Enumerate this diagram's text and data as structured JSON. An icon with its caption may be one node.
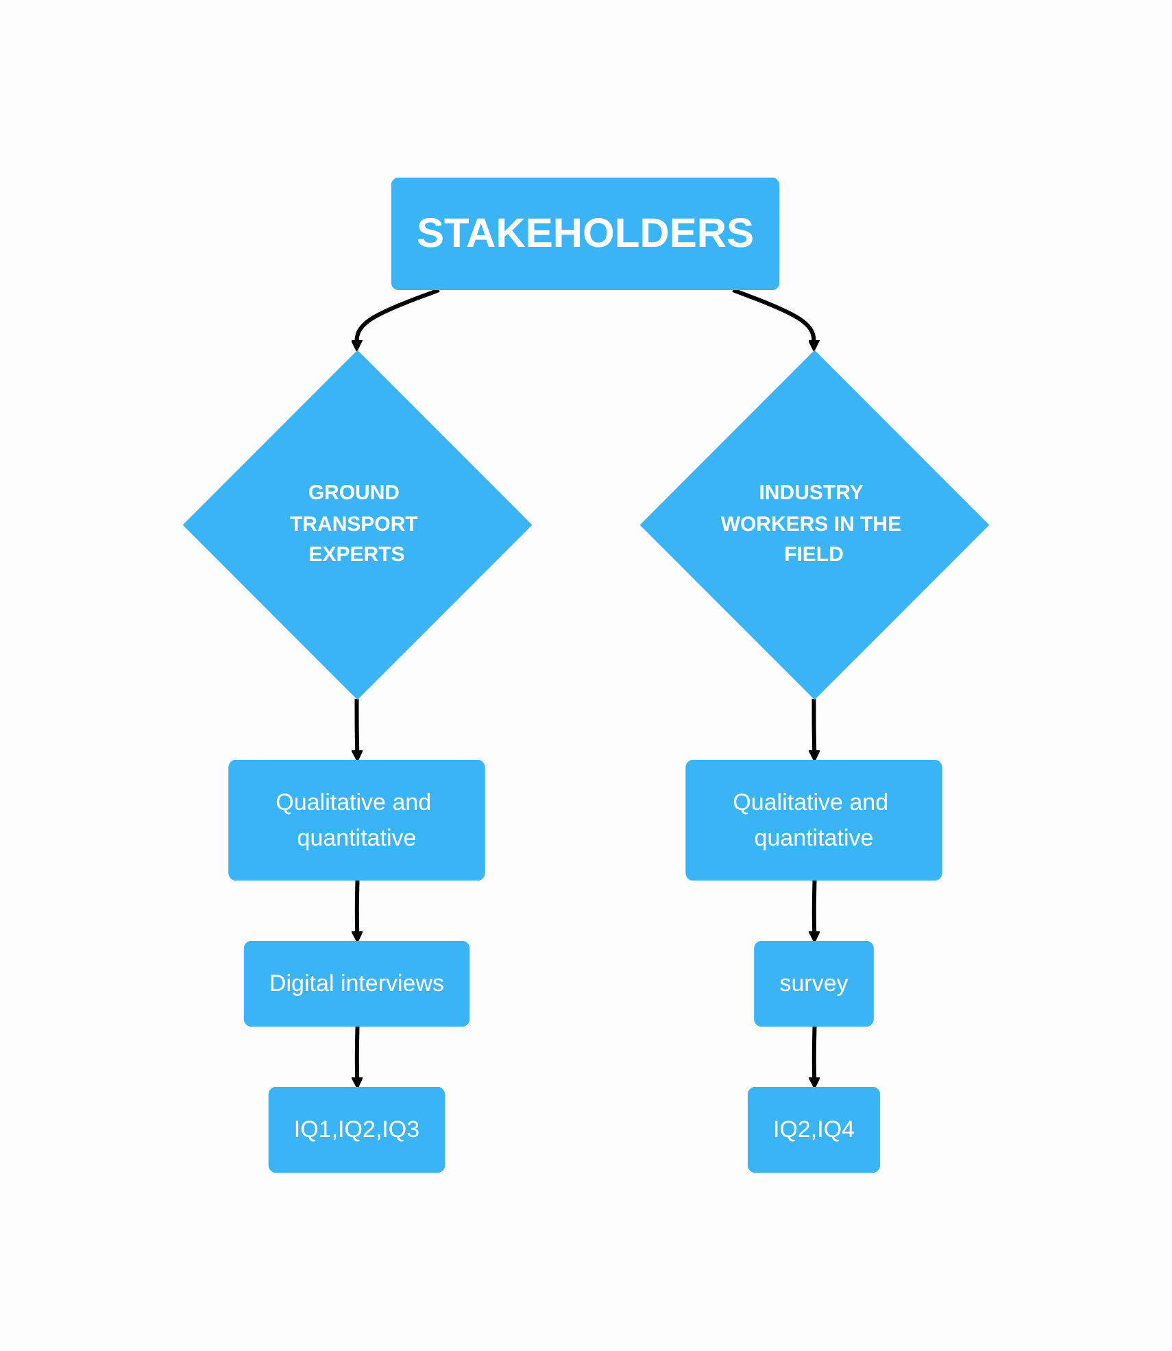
{
  "diagram": {
    "nodes": [
      {
        "text": [
          "STAKEHOLDERS"
        ]
      },
      {
        "text": [
          "GROUND TRANSPORT EXPERTS"
        ]
      },
      {
        "text": [
          "INDUSTRY WORKERS IN THE FIELD"
        ]
      },
      {
        "text": [
          "Qualitative and quantitative"
        ]
      },
      {
        "text": [
          "Qualitative and quantitative"
        ]
      },
      {
        "text": [
          "Digital interviews"
        ]
      },
      {
        "text": [
          "survey"
        ]
      },
      {
        "text": [
          "IQ1,IQ2,IQ3"
        ]
      },
      {
        "text": [
          "IQ2,IQ4"
        ]
      }
    ],
    "edges": [
      {
        "from": 0,
        "to": 1,
        "arrow": "to"
      },
      {
        "from": 0,
        "to": 2,
        "arrow": "to"
      },
      {
        "from": 1,
        "to": 3,
        "arrow": "to"
      },
      {
        "from": 2,
        "to": 4,
        "arrow": "to"
      },
      {
        "from": 3,
        "to": 5,
        "arrow": "to"
      },
      {
        "from": 4,
        "to": 6,
        "arrow": "to"
      },
      {
        "from": 5,
        "to": 7,
        "arrow": "to"
      },
      {
        "from": 6,
        "to": 8,
        "arrow": "to"
      }
    ]
  }
}
